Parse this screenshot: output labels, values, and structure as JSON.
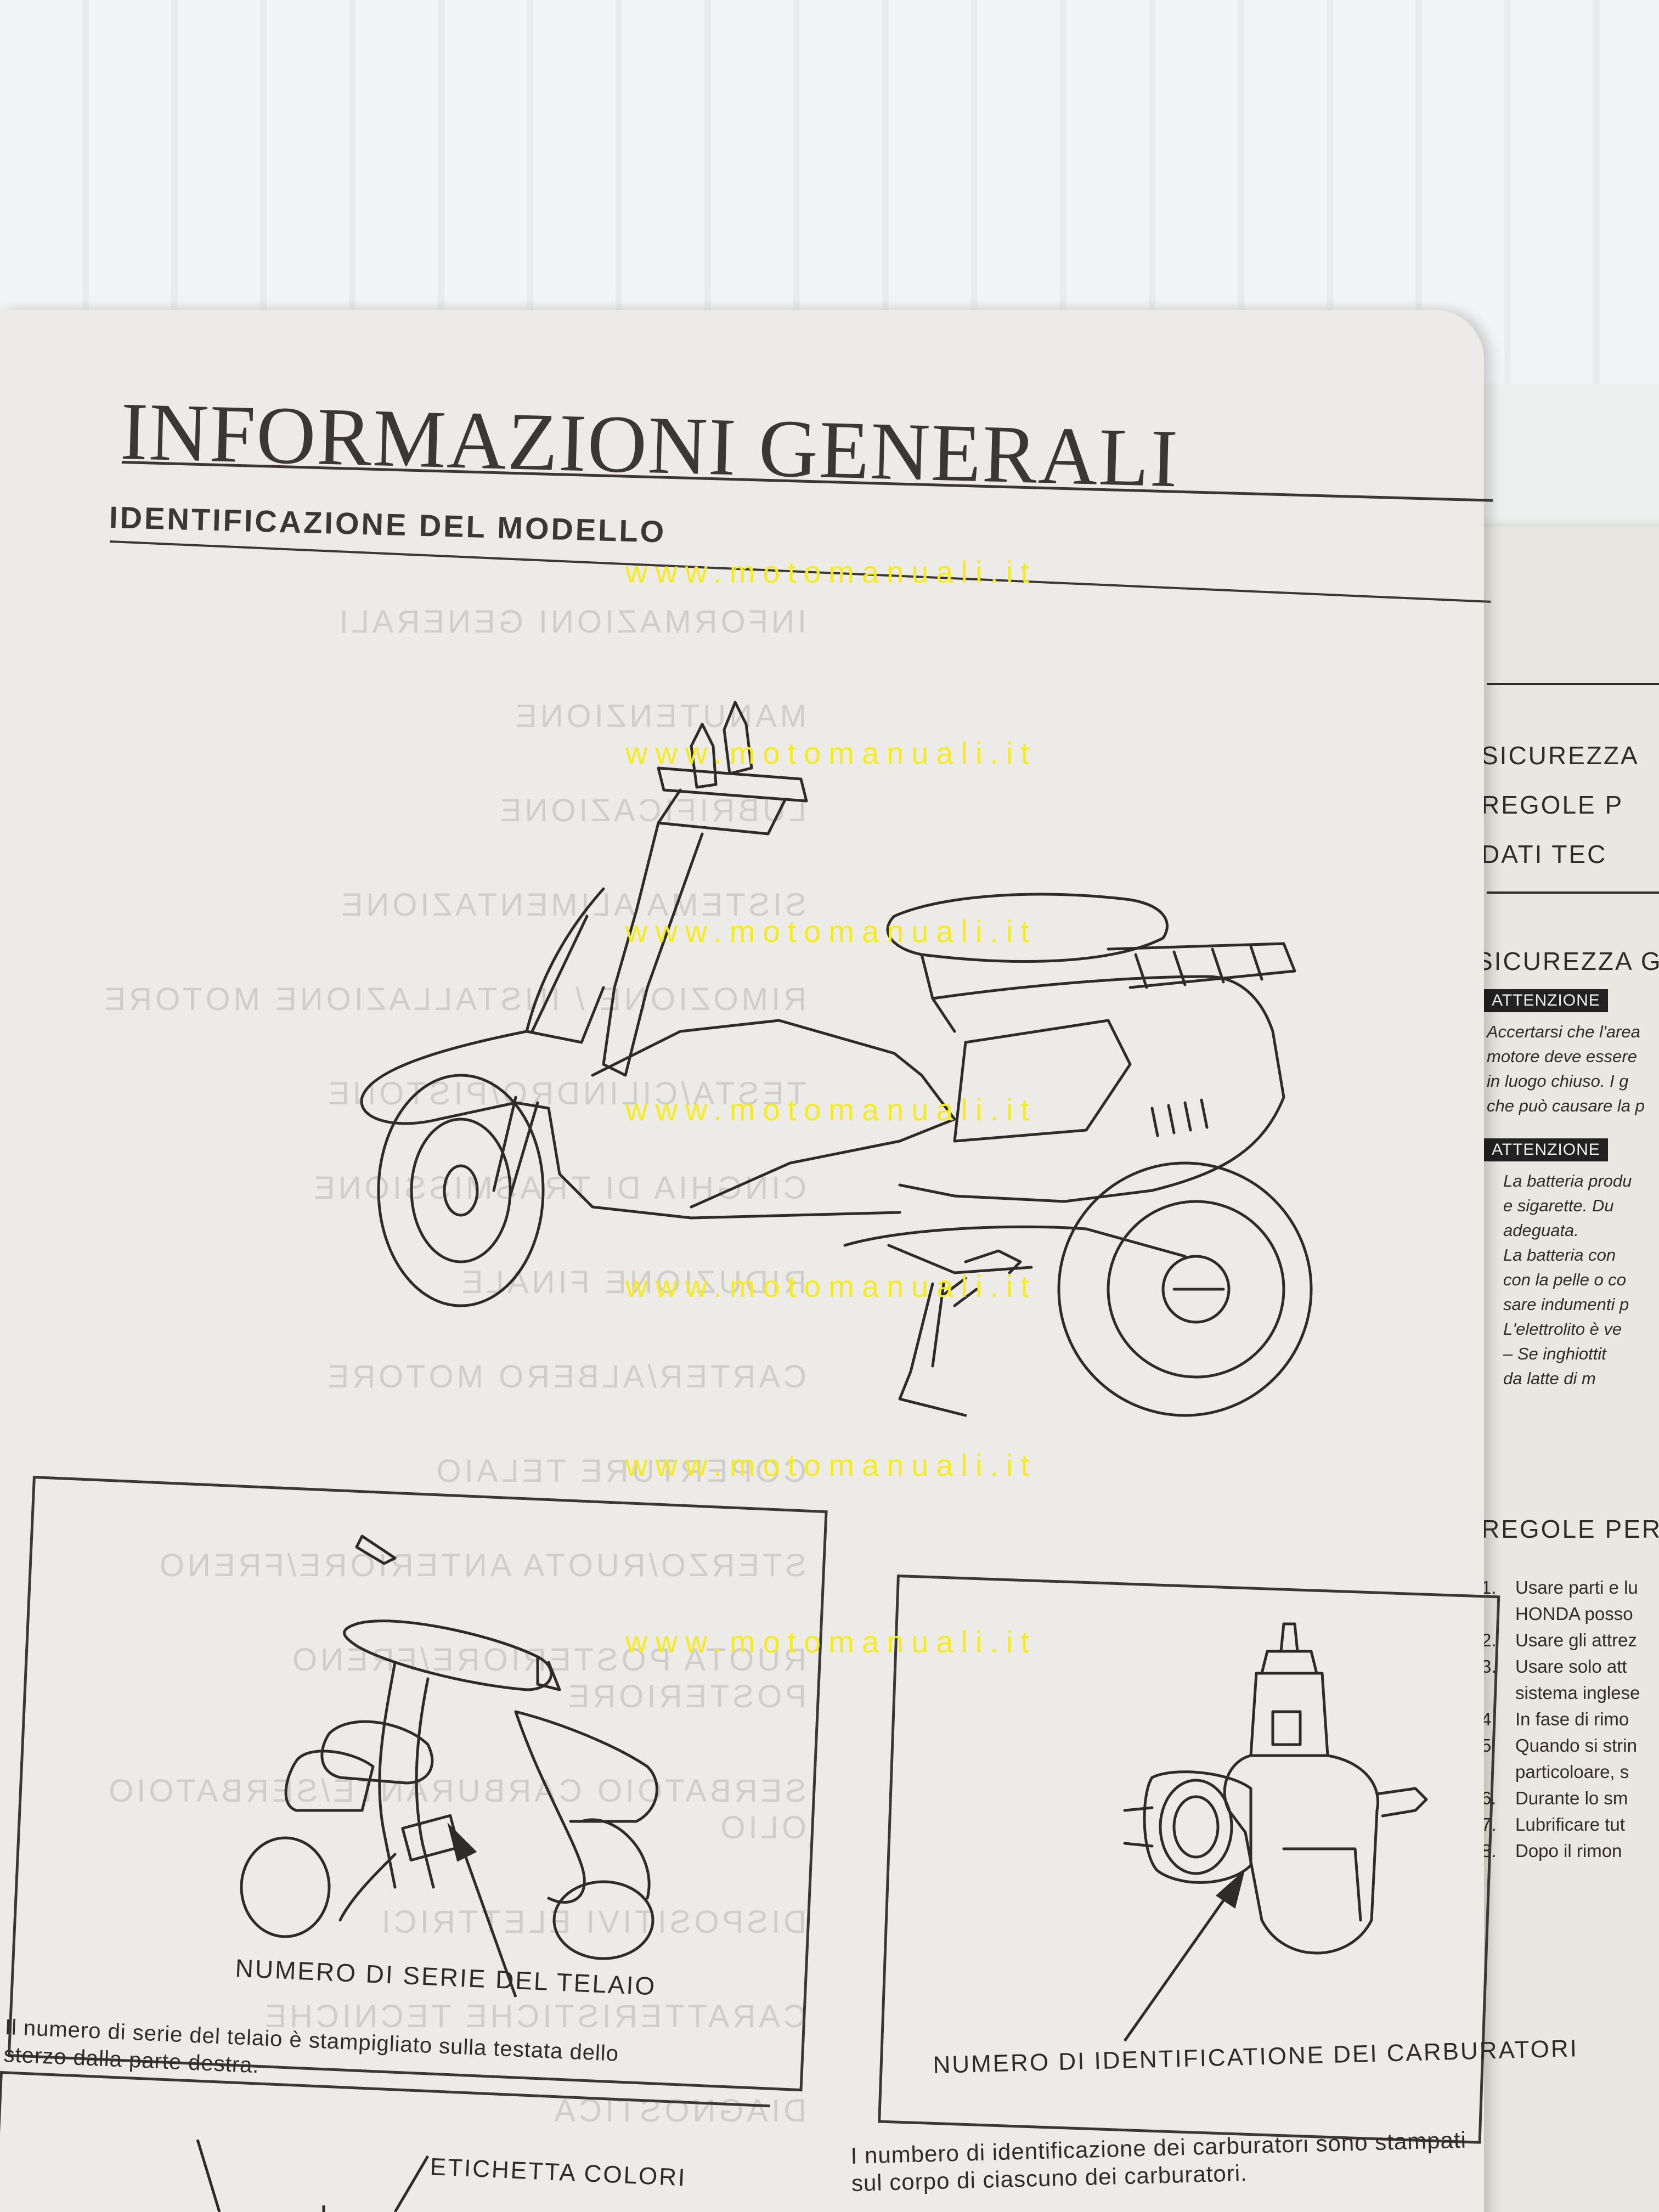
{
  "page": {
    "title": "INFORMAZIONI GENERALI",
    "subtitle": "IDENTIFICAZIONE DEL MODELLO"
  },
  "watermark": {
    "text": "www.motomanuali.it",
    "color": "#f5ec1e"
  },
  "ghost_index": [
    "INFORMAZIONI GENERALI",
    "MANUTENZIONE",
    "LUBRIFICAZIONE",
    "SISTEMA ALIMENTAZIONE",
    "RIMOZIONE / INSTALLAZIONE MOTORE",
    "TESTA/CILINDRO/PISTONE",
    "CINGHIA DI TRASMISSIONE",
    "RIDUZIONE FINALE",
    "CARTER/ALBERO MOTORE",
    "COPERTURE TELAIO",
    "STERZO/RUOTA ANTERIORE/FRENO",
    "RUOTA POSTERIORE/FRENO POSTERIORE",
    "SERBATOIO CARBURANTE/SERBATOIO OLIO",
    "DISPOSITIVI ELETTRICI",
    "CARATTERISTICHE TECNICHE",
    "DIAGNOSTICA"
  ],
  "figures": {
    "frame_label": "NUMERO DI SERIE DEL TELAIO",
    "frame_caption_line1": "Il numero di serie del telaio è stampigliato sulla testata dello",
    "frame_caption_line2": "sterzo dalla parte destra.",
    "carb_label": "NUMERO DI IDENTIFICATIONE DEI CARBURATORI",
    "carb_caption_line1": "I numbero di identificazione dei carburatori sono stampati",
    "carb_caption_line2": "sul corpo di ciascuno dei carburatori.",
    "color_label": "ETICHETTA COLORI"
  },
  "right_page": {
    "toc": [
      "SICUREZZA",
      "REGOLE P",
      "DATI TEC"
    ],
    "section_heading": "SICUREZZA G",
    "badge_1": "ATTENZIONE",
    "warning_1": [
      "Accertarsi che l'area",
      "motore deve essere",
      "in luogo chiuso. I g",
      "che può causare la p"
    ],
    "badge_2": "ATTENZIONE",
    "warning_2": [
      "La batteria produ",
      "e sigarette. Du",
      "adeguata.",
      "La batteria con",
      "con la pelle o co",
      "sare indumenti p",
      "L'elettrolito è ve",
      "–  Se inghiottit",
      "    da latte di m"
    ],
    "rules_heading": "REGOLE PER",
    "rules": [
      {
        "num": "1.",
        "text": "Usare parti e lu"
      },
      {
        "num": "",
        "text": "HONDA posso"
      },
      {
        "num": "2.",
        "text": "Usare gli attrez"
      },
      {
        "num": "3.",
        "text": "Usare solo att"
      },
      {
        "num": "",
        "text": "sistema inglese"
      },
      {
        "num": "4.",
        "text": "In fase di rimo"
      },
      {
        "num": "5.",
        "text": "Quando si strin"
      },
      {
        "num": "",
        "text": "particoloare, s"
      },
      {
        "num": "6.",
        "text": "Durante lo sm"
      },
      {
        "num": "7.",
        "text": "Lubrificare tut"
      },
      {
        "num": "8.",
        "text": "Dopo il rimon"
      }
    ]
  }
}
